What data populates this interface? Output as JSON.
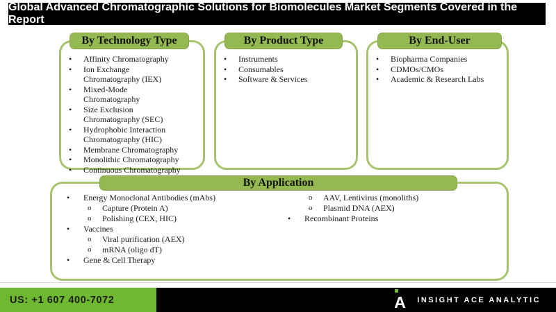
{
  "colors": {
    "olive_fill": "#94b953",
    "olive_border": "#a6c36d",
    "footer_green": "#6fb831",
    "banner_black": "#000000"
  },
  "banner": {
    "title": "Global Advanced Chromatographic Solutions for Biomolecules Market Segments Covered in the Report"
  },
  "segments": [
    {
      "title": "By Technology Type",
      "items": [
        {
          "level": 1,
          "text": "Affinity Chromatography"
        },
        {
          "level": 1,
          "text": "Ion Exchange\nChromatography (IEX)"
        },
        {
          "level": 1,
          "text": "Mixed-Mode Chromatography"
        },
        {
          "level": 1,
          "text": "Size Exclusion\nChromatography (SEC)"
        },
        {
          "level": 1,
          "text": "Hydrophobic Interaction\nChromatography (HIC)"
        },
        {
          "level": 1,
          "text": "Membrane Chromatography"
        },
        {
          "level": 1,
          "text": "Monolithic Chromatography"
        },
        {
          "level": 1,
          "text": "Continuous Chromatography"
        }
      ]
    },
    {
      "title": "By Product Type",
      "items": [
        {
          "level": 1,
          "text": "Instruments"
        },
        {
          "level": 1,
          "text": "Consumables"
        },
        {
          "level": 1,
          "text": "Software & Services"
        }
      ]
    },
    {
      "title": "By End-User",
      "items": [
        {
          "level": 1,
          "text": "Biopharma Companies"
        },
        {
          "level": 1,
          "text": "CDMOs/CMOs"
        },
        {
          "level": 1,
          "text": "Academic & Research Labs"
        }
      ]
    }
  ],
  "application": {
    "title": "By Application",
    "left_items": [
      {
        "level": 1,
        "text": "Energy  Monoclonal Antibodies (mAbs)"
      },
      {
        "level": 2,
        "text": "Capture (Protein A)"
      },
      {
        "level": 2,
        "text": "Polishing (CEX, HIC)"
      },
      {
        "level": 1,
        "text": "Vaccines"
      },
      {
        "level": 2,
        "text": "Viral purification (AEX)"
      },
      {
        "level": 2,
        "text": "mRNA (oligo dT)"
      },
      {
        "level": 1,
        "text": "Gene & Cell Therapy"
      }
    ],
    "right_items": [
      {
        "level": 2,
        "text": "AAV, Lentivirus (monoliths)"
      },
      {
        "level": 2,
        "text": "Plasmid DNA (AEX)"
      },
      {
        "level": 1,
        "text": "Recombinant Proteins"
      }
    ]
  },
  "footer": {
    "phone": "US: +1 607 400-7072",
    "brand": "INSIGHT ACE ANALYTIC",
    "logo_letter": "A"
  }
}
